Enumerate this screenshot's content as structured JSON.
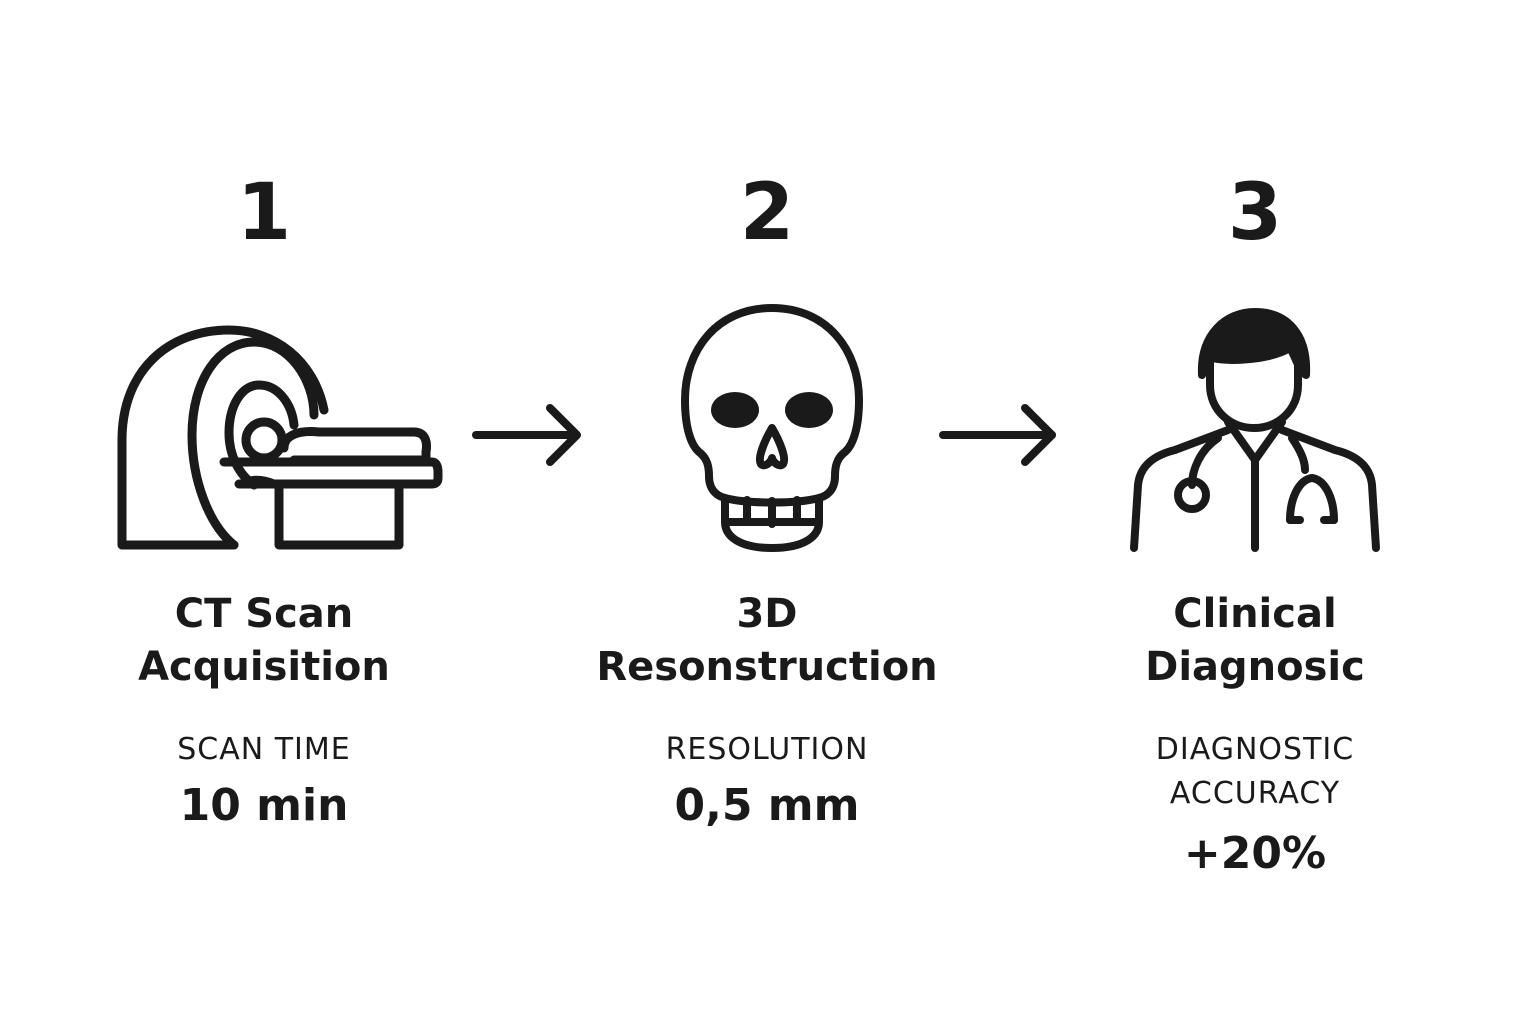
{
  "steps": [
    {
      "number": "1",
      "title_line1": "CT Scan",
      "title_line2": "Acquisition",
      "metric_label_line1": "SCAN TIME",
      "metric_label_line2": "",
      "metric_value": "10 min",
      "icon": "ct-scanner-icon"
    },
    {
      "number": "2",
      "title_line1": "3D",
      "title_line2": "Resonstruction",
      "metric_label_line1": "RESOLUTION",
      "metric_label_line2": "",
      "metric_value": "0,5 mm",
      "icon": "skull-icon"
    },
    {
      "number": "3",
      "title_line1": "Clinical",
      "title_line2": "Diagnosic",
      "metric_label_line1": "DIAGNOSTIC",
      "metric_label_line2": "ACCURACY",
      "metric_value": "+20%",
      "icon": "doctor-icon"
    }
  ],
  "arrows": [
    "arrow-right-icon",
    "arrow-right-icon"
  ],
  "colors": {
    "background": "#ffffff",
    "ink": "#1a1a1a"
  }
}
